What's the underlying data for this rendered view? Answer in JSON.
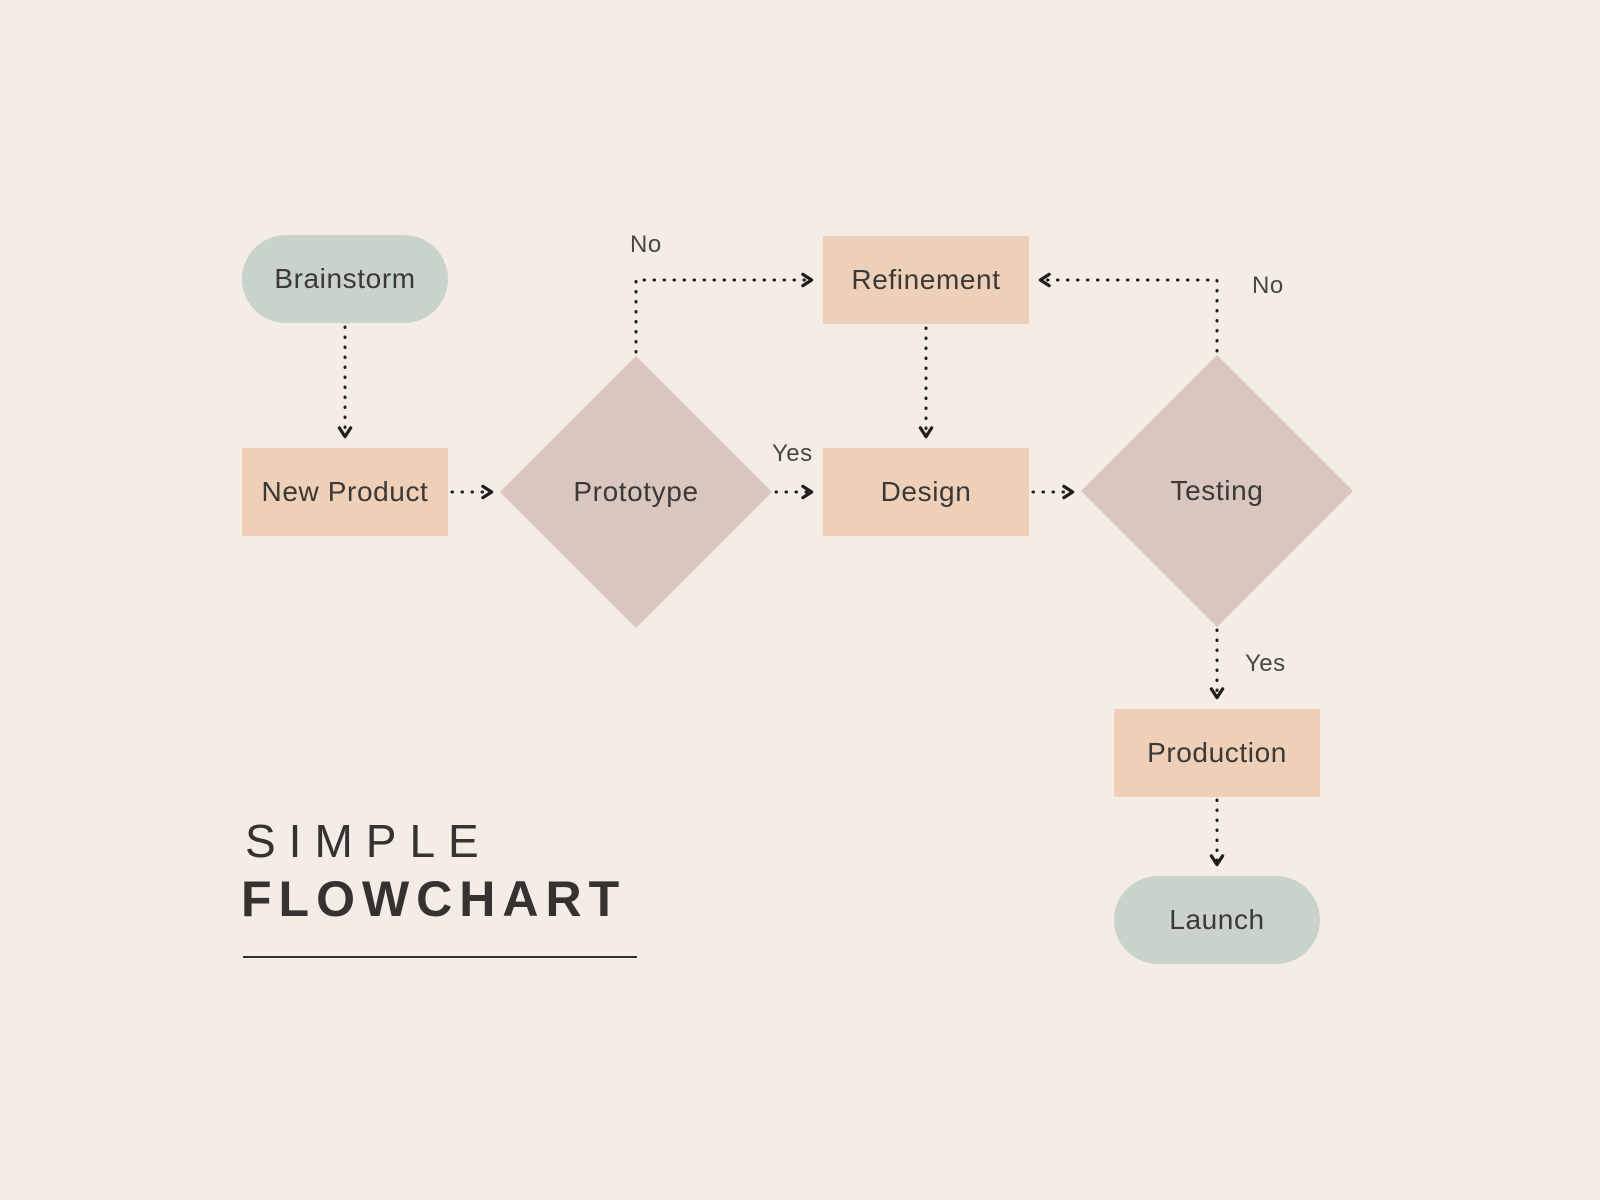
{
  "title": {
    "line1": "SIMPLE",
    "line2": "FLOWCHART"
  },
  "diagram": {
    "nodes": [
      {
        "id": "brainstorm",
        "label": "Brainstorm",
        "shape": "pill",
        "color_role": "sage"
      },
      {
        "id": "new-product",
        "label": "New Product",
        "shape": "rect",
        "color_role": "peach"
      },
      {
        "id": "prototype",
        "label": "Prototype",
        "shape": "diamond",
        "color_role": "mauve"
      },
      {
        "id": "refinement",
        "label": "Refinement",
        "shape": "rect",
        "color_role": "peach"
      },
      {
        "id": "design",
        "label": "Design",
        "shape": "rect",
        "color_role": "peach"
      },
      {
        "id": "testing",
        "label": "Testing",
        "shape": "diamond",
        "color_role": "mauve"
      },
      {
        "id": "production",
        "label": "Production",
        "shape": "rect",
        "color_role": "peach"
      },
      {
        "id": "launch",
        "label": "Launch",
        "shape": "pill",
        "color_role": "sage"
      }
    ],
    "edges": [
      {
        "from": "brainstorm",
        "to": "new-product",
        "label": ""
      },
      {
        "from": "new-product",
        "to": "prototype",
        "label": ""
      },
      {
        "from": "prototype",
        "to": "refinement",
        "label": "No"
      },
      {
        "from": "prototype",
        "to": "design",
        "label": "Yes"
      },
      {
        "from": "refinement",
        "to": "design",
        "label": ""
      },
      {
        "from": "design",
        "to": "testing",
        "label": ""
      },
      {
        "from": "testing",
        "to": "refinement",
        "label": "No"
      },
      {
        "from": "testing",
        "to": "production",
        "label": "Yes"
      },
      {
        "from": "production",
        "to": "launch",
        "label": ""
      }
    ],
    "line_style": "dotted"
  },
  "colors": {
    "background": "#f3ede5",
    "sage": "#cad3c9",
    "peach": "#edd0b7",
    "mauve": "#d9c6bf",
    "text": "#3c3835",
    "label": "#4a4643",
    "line": "#201d1b",
    "title": "#35322f"
  }
}
